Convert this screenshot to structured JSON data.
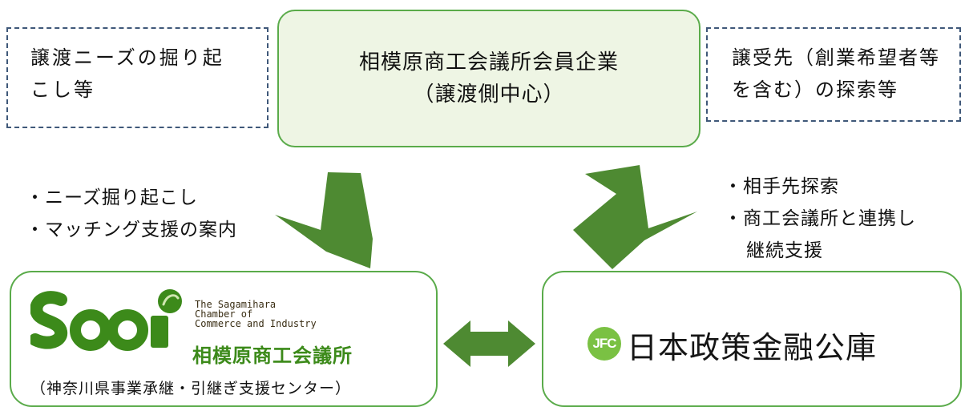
{
  "top_box": {
    "line1": "相模原商工会議所会員企業",
    "line2": "（譲渡側中心）"
  },
  "left_note": {
    "line1": "譲渡ニーズの掘り起",
    "line2": "こし等"
  },
  "right_note": {
    "line1": "譲受先（創業希望者等",
    "line2": "を含む）の探索等"
  },
  "left_actions": [
    "・ニーズ掘り起こし",
    "・マッチング支援の案内"
  ],
  "right_actions": [
    "・相手先探索",
    "・商工会議所と連携し",
    "継続支援"
  ],
  "saci": {
    "en_line1": "The Sagamihara",
    "en_line2": "Chamber of",
    "en_line3": "Commerce and Industry",
    "name": "相模原商工会議所",
    "center": "（神奈川県事業承継・引継ぎ支援センター）"
  },
  "jfc": {
    "badge": "JFC",
    "name": "日本政策金融公庫"
  },
  "colors": {
    "green": "#5aab4a",
    "arrow": "#4e8a32",
    "dash": "#3f5879",
    "top_fill": "#eef5e4",
    "logo_green": "#3c8a1a"
  },
  "icons": {
    "saci_logo": "saci-logo-icon",
    "jfc_badge": "jfc-badge-icon"
  }
}
